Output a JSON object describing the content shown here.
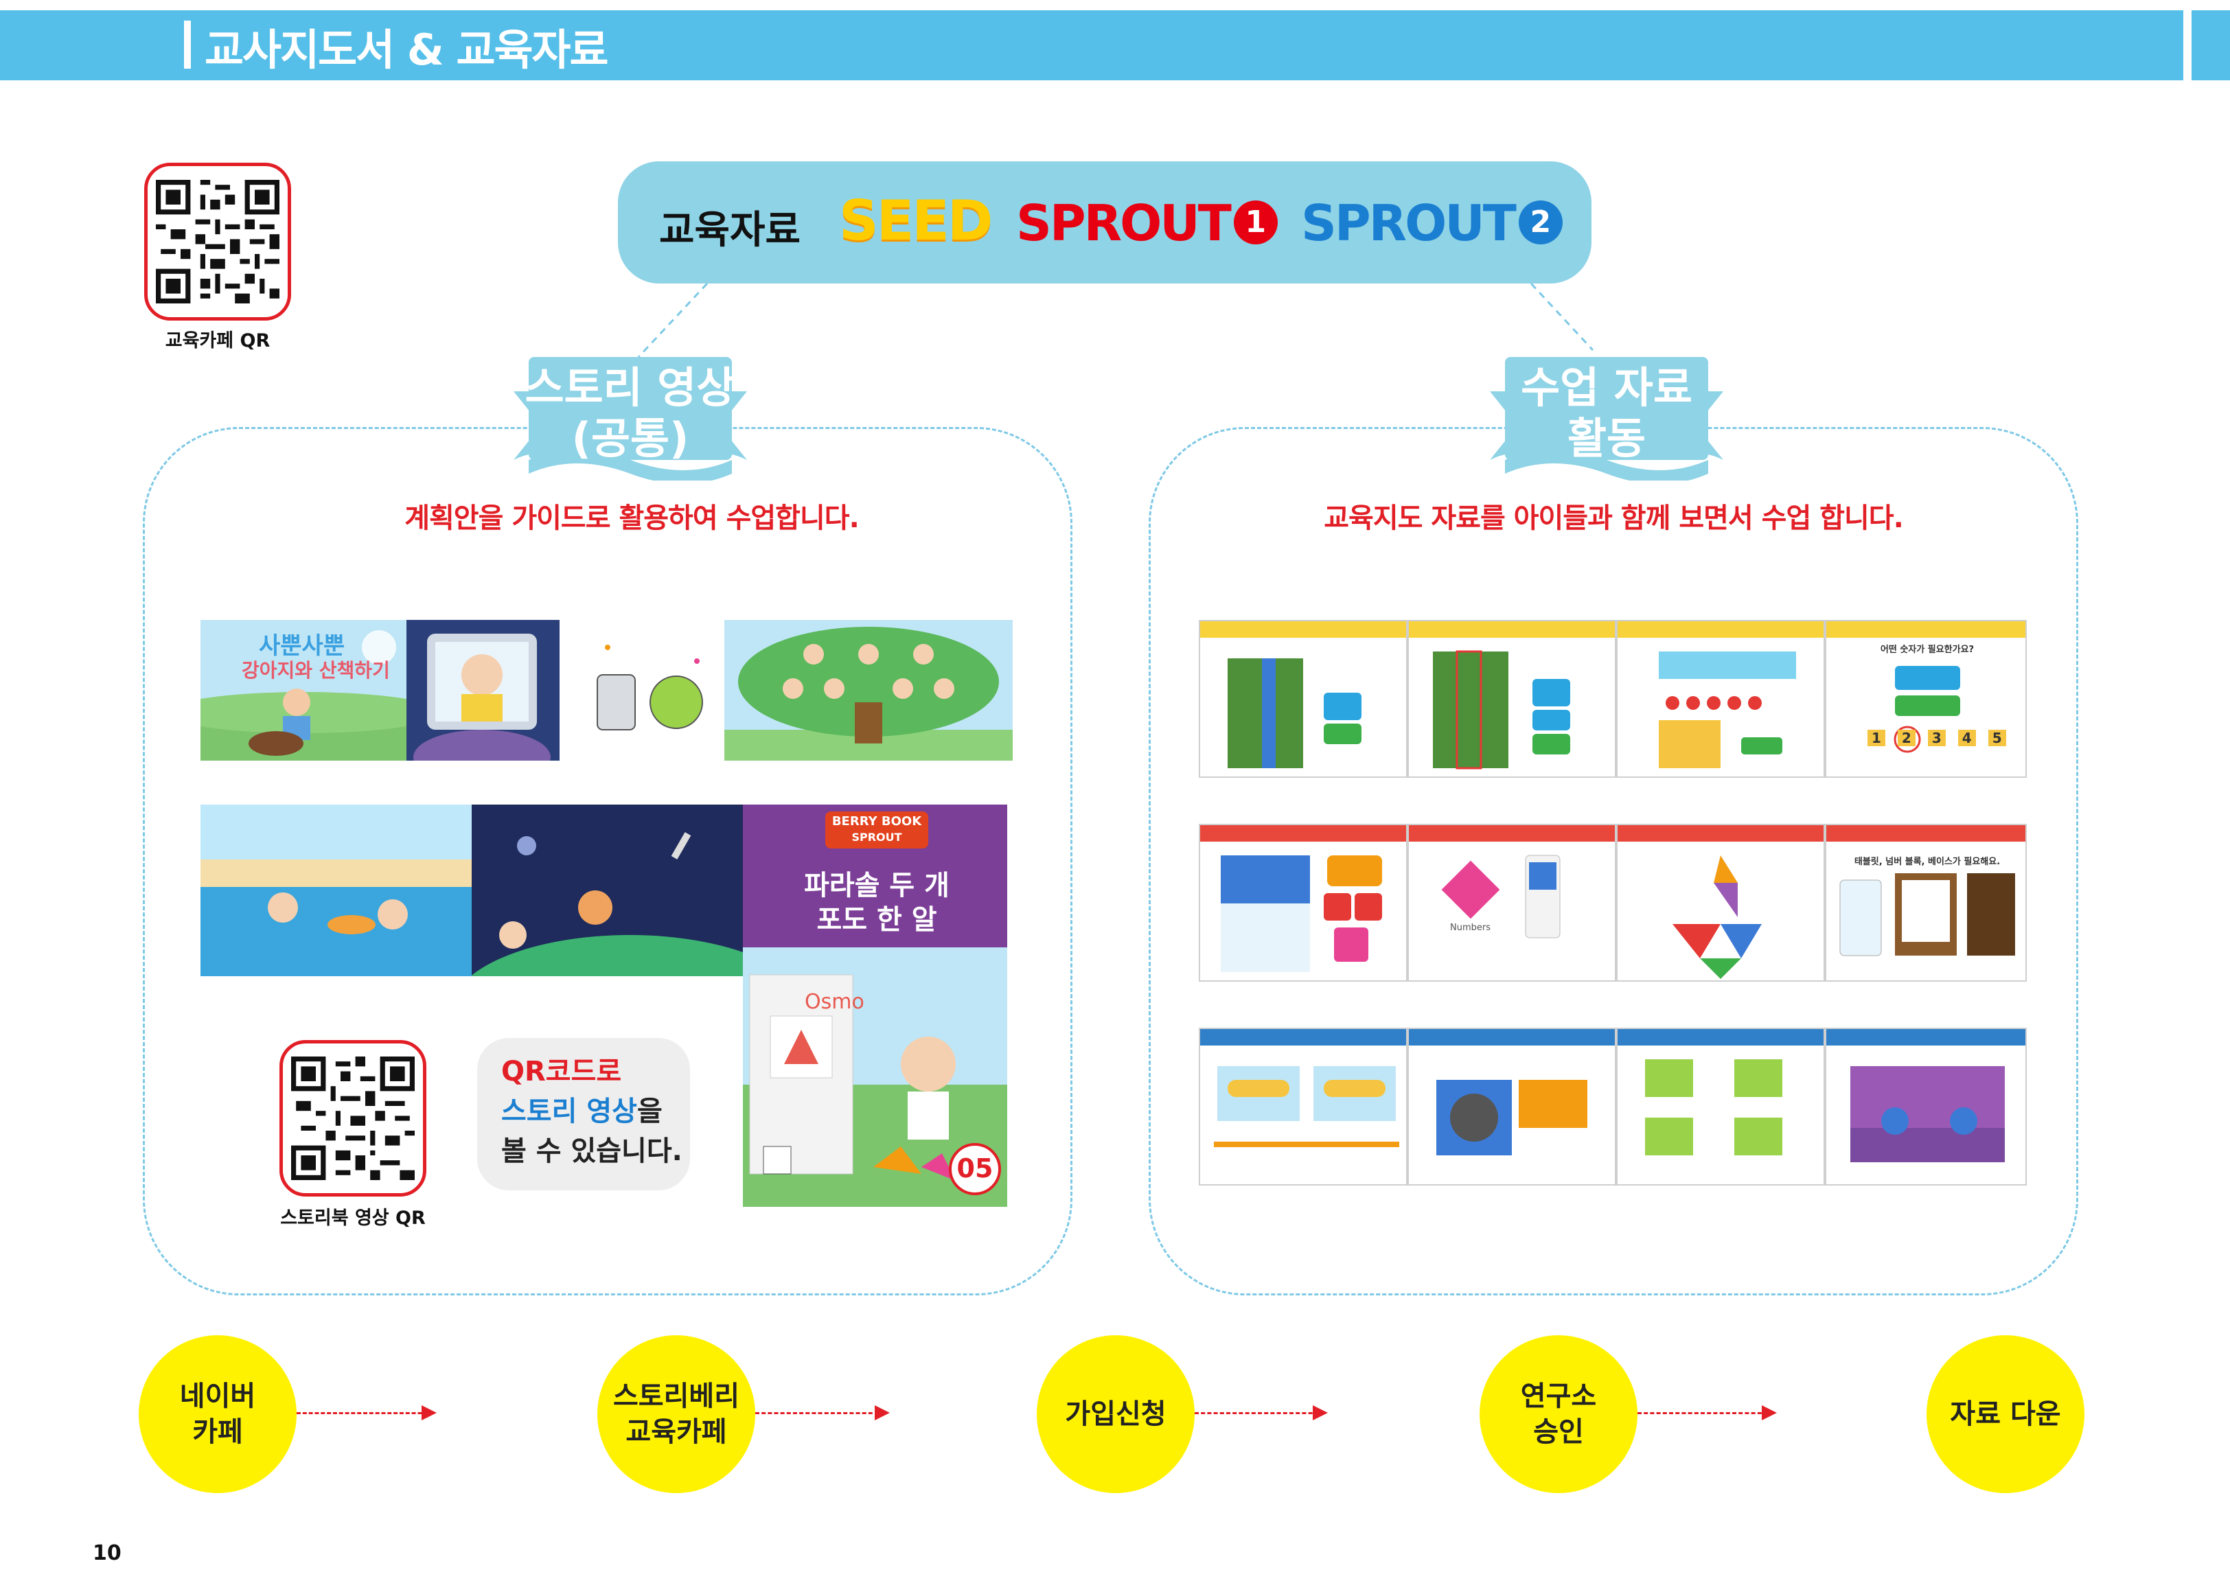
{
  "header": {
    "title": "교사지도서 & 교육자료"
  },
  "top_qr": {
    "caption": "교육카페 QR"
  },
  "materials": {
    "label": "교육자료",
    "seed": "SEED",
    "sprout1": "SPROUT",
    "sprout1_badge": "1",
    "sprout2": "SPROUT",
    "sprout2_badge": "2"
  },
  "left_panel": {
    "ribbon_line1": "스토리 영상",
    "ribbon_line2": "(공통)",
    "subtitle": "계획안을 가이드로 활용하여 수업합니다.",
    "book_title_1": "사뿐사뿐",
    "book_title_2": "강아지와 산책하기",
    "berry_label": "BERRY BOOK",
    "berry_sub": "SPROUT",
    "berry_title_1": "파라솔 두 개",
    "berry_title_2": "포도 한 알",
    "osmo_brand": "Osmo",
    "cover_number": "05",
    "story_qr_caption": "스토리북 영상 QR",
    "qr_note_line1": "QR코드로",
    "qr_note_line2_highlight": "스토리 영상",
    "qr_note_line2_rest": "을",
    "qr_note_line3": "볼 수 있습니다."
  },
  "right_panel": {
    "ribbon_line1": "수업 자료",
    "ribbon_line2": "활동",
    "subtitle": "교육지도 자료를 아이들과 함께 보면서 수업 합니다.",
    "row1_prompt": "어떤 숫자가 필요한가요?",
    "row2_prompt": "태블릿, 넘버 블록, 베이스가 필요해요.",
    "row2_numbers": "Numbers",
    "row1_numbers": [
      "1",
      "2",
      "3",
      "4",
      "5"
    ]
  },
  "process": {
    "steps": [
      "네이버\n카페",
      "스토리베리\n교육카페",
      "가입신청",
      "연구소\n승인",
      "자료 다운"
    ]
  },
  "page_number": "10",
  "colors": {
    "header_blue": "#55bfe9",
    "pill_blue": "#8fd3e6",
    "ribbon_blue": "#8fd3e6",
    "red": "#e21f26",
    "seed_yellow": "#ffcc00",
    "sprout2_blue": "#1b7fd1",
    "step_yellow": "#fff200"
  }
}
